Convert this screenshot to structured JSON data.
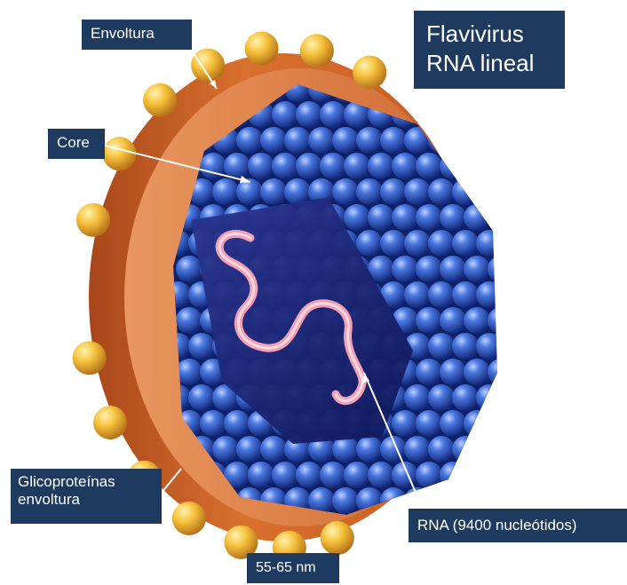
{
  "title": {
    "line1": "Flavivirus",
    "line2": "RNA lineal"
  },
  "labels": {
    "envelope": "Envoltura",
    "core": "Core",
    "glycoproteins_line1": "Glicoproteínas",
    "glycoproteins_line2": "envoltura",
    "rna": "RNA (9400 nucleótidos)",
    "size": "55-65 nm"
  },
  "colors": {
    "label_background": "#1f3a5f",
    "label_text": "#ffffff",
    "envelope": "#d2692a",
    "envelope_inner": "#e58a4a",
    "glycoprotein": "#f2b634",
    "capsid_sphere": "#2e5cc8",
    "capsid_dark": "#0e2168",
    "rna_strand": "#f3a0b3",
    "rna_panel": "#1a2470",
    "arrow": "#ffffff"
  }
}
